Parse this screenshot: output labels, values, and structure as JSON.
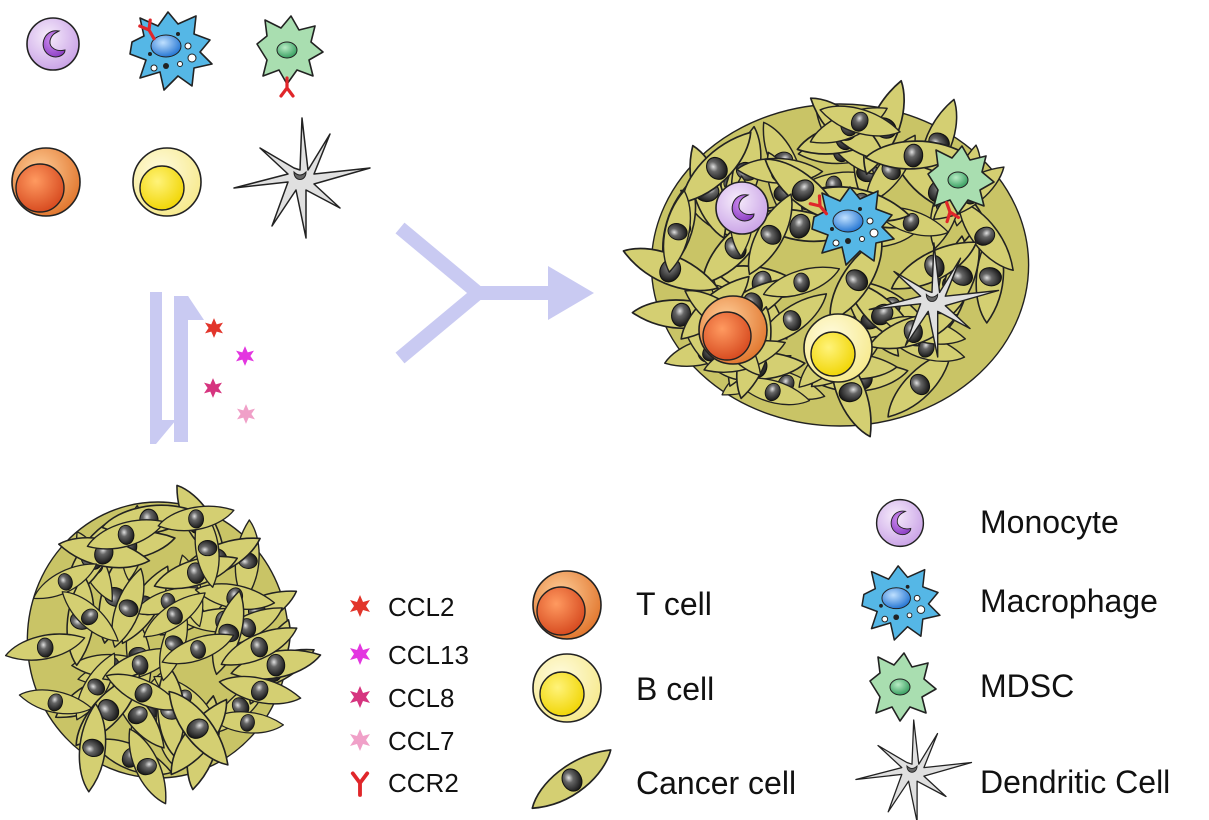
{
  "colors": {
    "cancer_fill": "#d4cf72",
    "cancer_stroke": "#222222",
    "nucleus": "#3a3a3a",
    "arrow": "#c9caf2",
    "monocyte": "#d9b8ef",
    "macrophage": "#55b7e6",
    "mdsc": "#a9deb0",
    "t_cell": "#ef8a3a",
    "b_cell": "#fff38a",
    "dendritic": "#e0e0e0",
    "ccr2": "#e0262a"
  },
  "chemokines": [
    {
      "label": "CCL2",
      "color": "#e2352b",
      "icon": "star-burst-icon"
    },
    {
      "label": "CCL13",
      "color": "#e336e0",
      "icon": "star-burst-icon"
    },
    {
      "label": "CCL8",
      "color": "#d6347f",
      "icon": "star-burst-icon"
    },
    {
      "label": "CCL7",
      "color": "#f0a0c8",
      "icon": "star-burst-icon"
    },
    {
      "label": "CCR2",
      "color": "#e0262a",
      "icon": "y-receptor-icon"
    }
  ],
  "cell_legend": {
    "t_cell": "T cell",
    "b_cell": "B cell",
    "cancer_cell": "Cancer cell",
    "monocyte": "Monocyte",
    "macrophage": "Macrophage",
    "mdsc": "MDSC",
    "dendritic_cell": "Dendritic Cell"
  }
}
